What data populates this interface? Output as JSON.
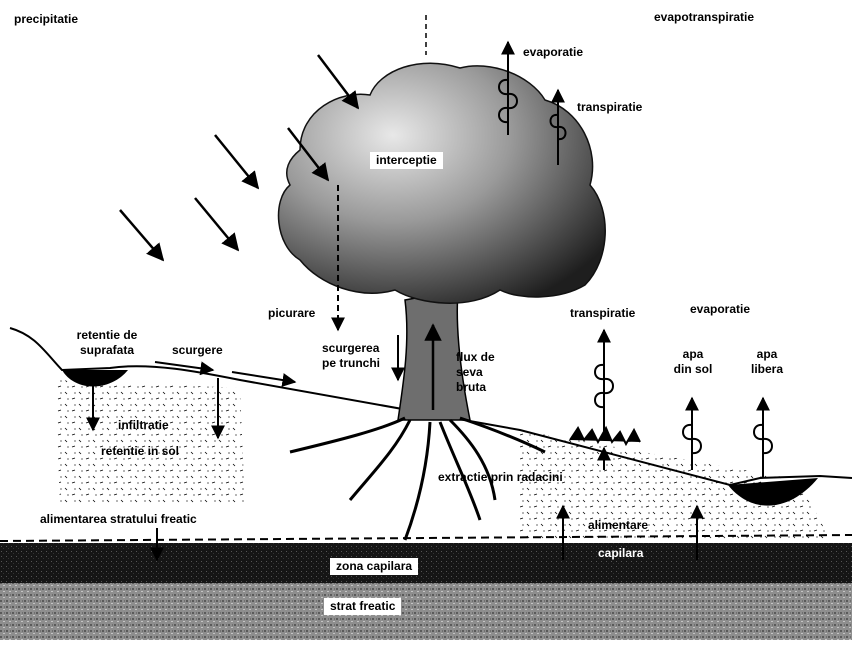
{
  "labels": {
    "precipitatie": "precipitatie",
    "evapotranspiratie": "evapotranspiratie",
    "evaporatie_tree": "evaporatie",
    "transpiratie_tree": "transpiratie",
    "interceptie": "interceptie",
    "picurare": "picurare",
    "retentie_suprafata_1": "retentie de",
    "retentie_suprafata_2": "suprafata",
    "scurgere": "scurgere",
    "scurgerea_pe_trunchi_1": "scurgerea",
    "scurgerea_pe_trunchi_2": "pe trunchi",
    "flux_seva_1": "flux de",
    "flux_seva_2": "seva",
    "flux_seva_3": "bruta",
    "transpiratie_right": "transpiratie",
    "evaporatie_right": "evaporatie",
    "apa_din_sol_1": "apa",
    "apa_din_sol_2": "din sol",
    "apa_libera_1": "apa",
    "apa_libera_2": "libera",
    "infiltratie": "infiltratie",
    "retentie_in_sol": "retentie in sol",
    "extractie_prin_radacini": "extractie prin radacini",
    "alimentare": "alimentare",
    "capilara": "capilara",
    "alimentarea_stratului_freatic": "alimentarea stratului freatic",
    "zona_capilara": "zona capilara",
    "strat_freatic": "strat freatic"
  },
  "colors": {
    "ink": "#000000",
    "canopy_light": "#cfcfcf",
    "canopy_dark": "#2a2a2a",
    "capillary_zone": "#1a1a1a",
    "water_table": "#9a9a9a"
  }
}
